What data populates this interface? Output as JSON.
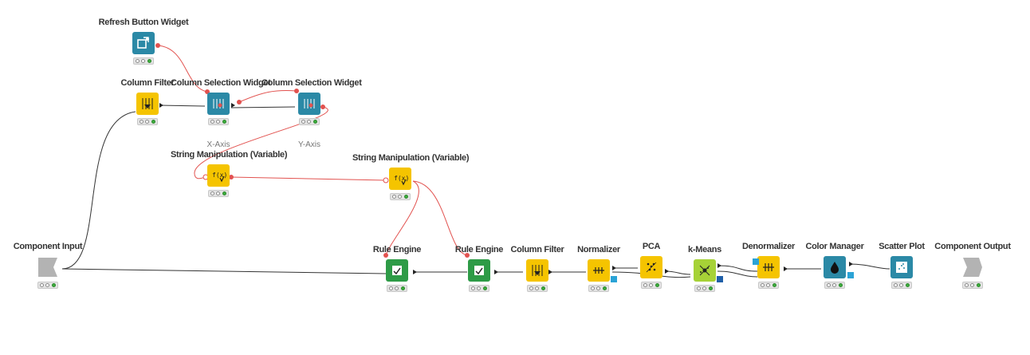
{
  "colors": {
    "manipulator": "#f5c400",
    "widget": "#2b89a6",
    "learner": "#2e9b47",
    "predictor": "#a6d237",
    "viewer": "#2b89a6",
    "component_io": "#b3b3b3",
    "data_connection": "#333333",
    "variable_connection": "#e2524f",
    "port_active": "#3dae3d",
    "table_port_blue": "#2ba3d6"
  },
  "nodes": {
    "refresh_button_widget": {
      "label": "Refresh Button Widget",
      "icon": "refresh-widget-icon"
    },
    "column_filter_top": {
      "label": "Column Filter",
      "icon": "column-filter-icon"
    },
    "column_selection_widget_x": {
      "label": "Column Selection Widget",
      "comment": "X-Axis",
      "icon": "column-selection-icon"
    },
    "column_selection_widget_y": {
      "label": "Column Selection Widget",
      "comment": "Y-Axis",
      "icon": "column-selection-icon"
    },
    "string_manipulation_1": {
      "label": "String Manipulation (Variable)",
      "icon": "string-manipulation-icon"
    },
    "string_manipulation_2": {
      "label": "String Manipulation (Variable)",
      "icon": "string-manipulation-icon"
    },
    "component_input": {
      "label": "Component Input",
      "icon": "component-input-icon"
    },
    "rule_engine_1": {
      "label": "Rule Engine",
      "icon": "rule-engine-icon"
    },
    "rule_engine_2": {
      "label": "Rule Engine",
      "icon": "rule-engine-icon"
    },
    "column_filter_bottom": {
      "label": "Column Filter",
      "icon": "column-filter-icon"
    },
    "normalizer": {
      "label": "Normalizer",
      "icon": "normalizer-icon"
    },
    "pca": {
      "label": "PCA",
      "icon": "pca-icon"
    },
    "k_means": {
      "label": "k-Means",
      "icon": "kmeans-icon"
    },
    "denormalizer": {
      "label": "Denormalizer",
      "icon": "denormalizer-icon"
    },
    "color_manager": {
      "label": "Color Manager",
      "icon": "color-manager-icon"
    },
    "scatter_plot": {
      "label": "Scatter Plot",
      "icon": "scatter-plot-icon"
    },
    "component_output": {
      "label": "Component Output",
      "icon": "component-output-icon"
    }
  }
}
